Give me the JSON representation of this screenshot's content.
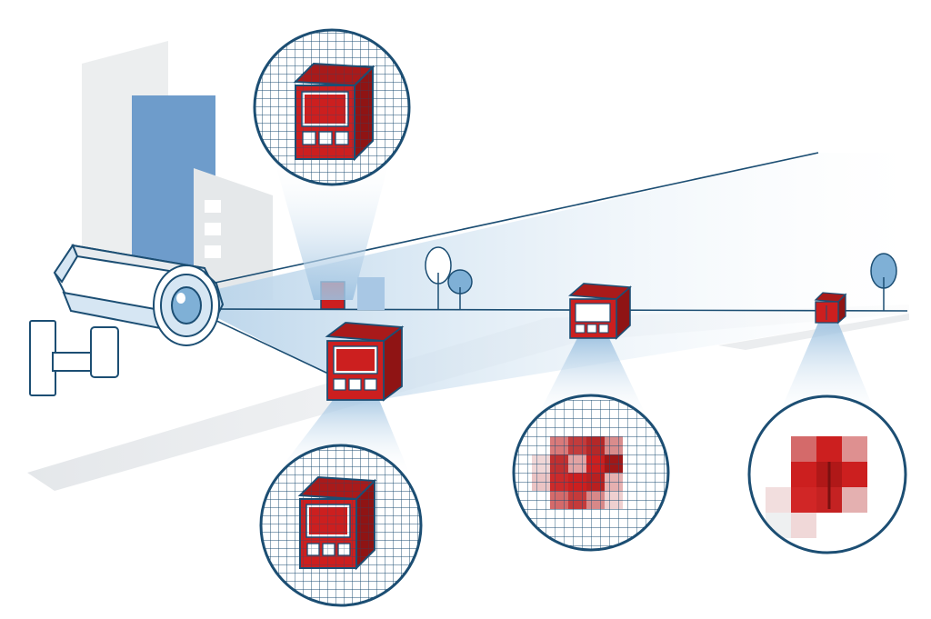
{
  "colors": {
    "outline": "#1c4e73",
    "accent_red": "#cc1f1f",
    "dark_red": "#8f1414",
    "blue_light": "#d6e6f3",
    "blue_mid": "#7fb0d6",
    "blue_dark": "#5b8ec2",
    "gray_light": "#eef0f1",
    "gray_mid": "#dfe3e6",
    "white": "#ffffff"
  },
  "scene": {
    "camera": {
      "icon": "security-camera-icon"
    },
    "buildings": {
      "icon": "city-buildings-icon"
    },
    "trees": {
      "icon": "tree-icon"
    },
    "objects": [
      {
        "name": "near-device",
        "resolution": "high",
        "icon": "device-box-icon"
      },
      {
        "name": "middle-device",
        "resolution": "medium",
        "icon": "device-box-icon"
      },
      {
        "name": "far-device",
        "resolution": "low",
        "icon": "device-box-icon"
      }
    ],
    "zooms": [
      {
        "name": "top-zoom",
        "quality": "sharp"
      },
      {
        "name": "bottom-zoom",
        "quality": "sharp"
      },
      {
        "name": "middle-zoom",
        "quality": "pixelated"
      },
      {
        "name": "right-zoom",
        "quality": "heavily-pixelated"
      }
    ]
  }
}
